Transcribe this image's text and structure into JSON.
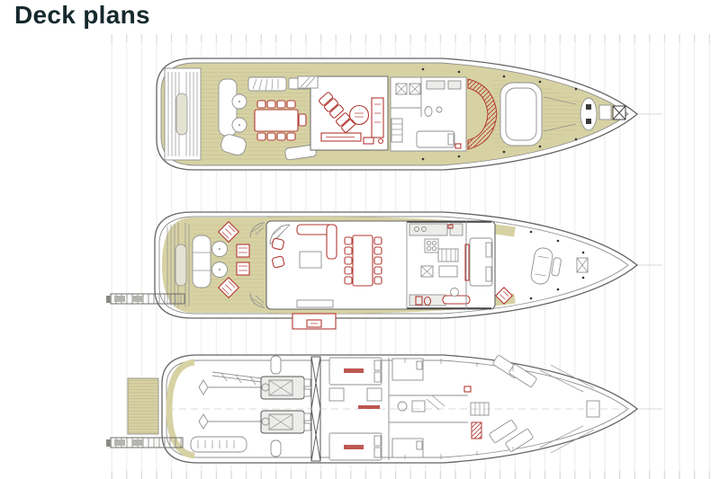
{
  "page": {
    "title": "Deck plans"
  },
  "figure": {
    "type": "yacht deck plans, plan view, bow facing right",
    "deck_count": 3,
    "decks": [
      {
        "id": "deck-1",
        "position": "top"
      },
      {
        "id": "deck-2",
        "position": "middle"
      },
      {
        "id": "deck-3",
        "position": "bottom"
      }
    ]
  },
  "colors": {
    "title": "#15292d",
    "background": "#ffffff",
    "deck": "#d7d2a3",
    "deck_line": "#b9b287",
    "outline": "#646464",
    "detail": "#8f8f8f",
    "red": "#b23a33",
    "grid": "#ebebe7",
    "grid_tick": "#d4d4cf"
  }
}
